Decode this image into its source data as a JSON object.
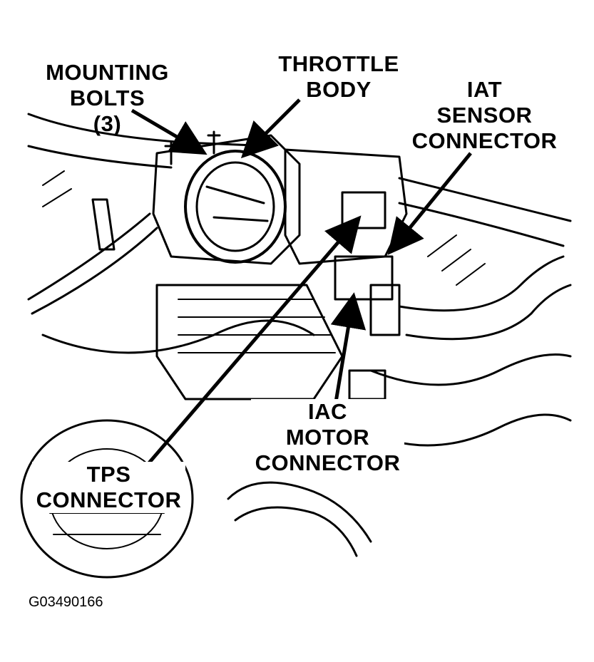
{
  "labels": {
    "mounting_bolts": [
      "MOUNTING",
      "BOLTS",
      "(3)"
    ],
    "throttle_body": [
      "THROTTLE",
      "BODY"
    ],
    "iat_sensor_connector": [
      "IAT",
      "SENSOR",
      "CONNECTOR"
    ],
    "iac_motor_connector": [
      "IAC",
      "MOTOR",
      "CONNECTOR"
    ],
    "tps_connector": [
      "TPS",
      "CONNECTOR"
    ]
  },
  "figure_id": "G03490166"
}
